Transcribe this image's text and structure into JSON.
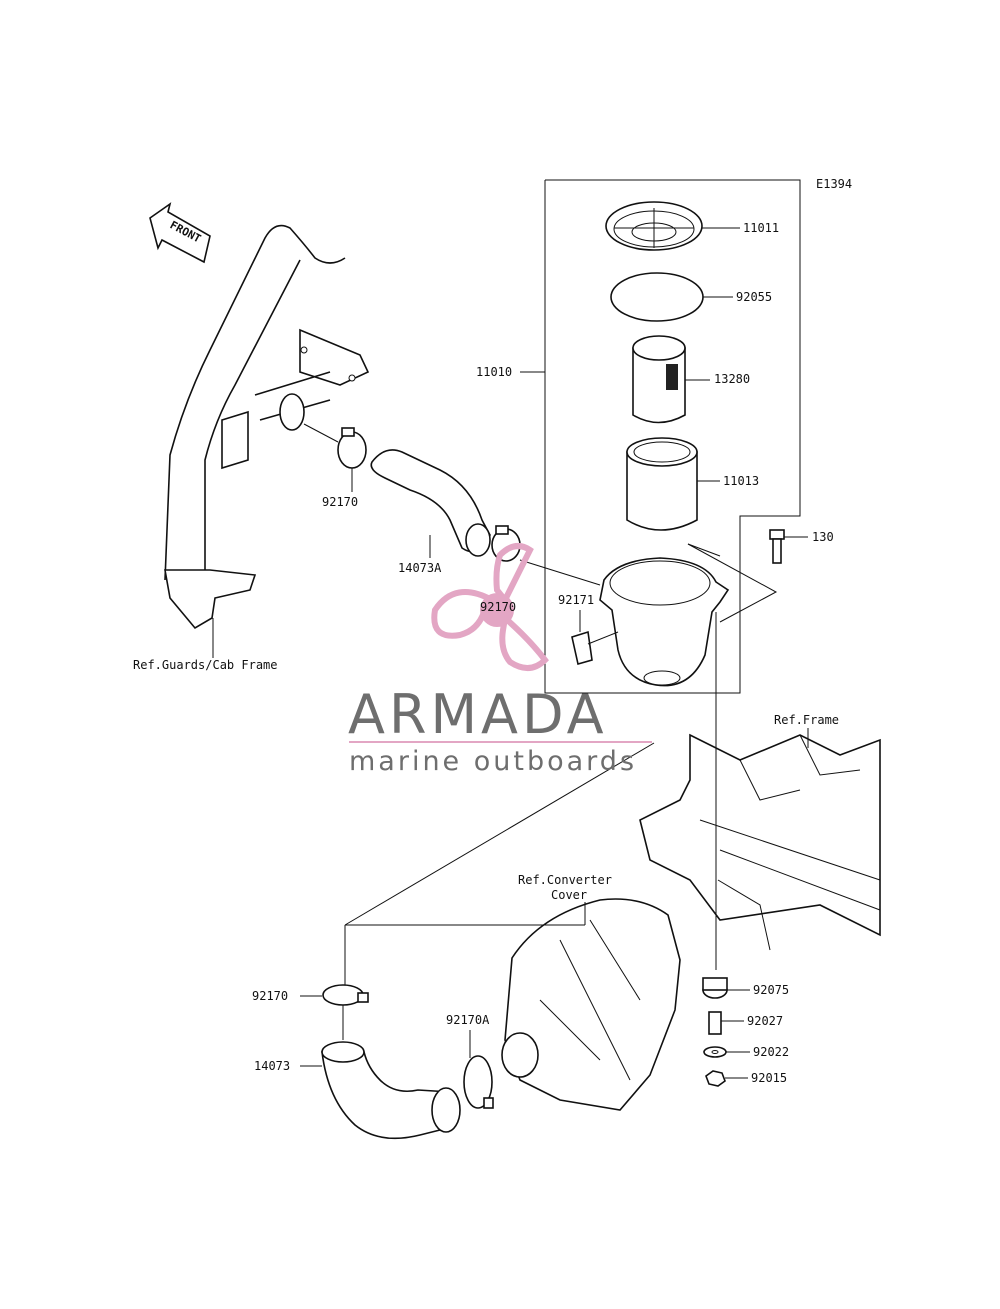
{
  "diagram_code": "E1394",
  "front_label": "FRONT",
  "parts": {
    "p11011": "11011",
    "p92055": "92055",
    "p11010": "11010",
    "p13280": "13280",
    "p11013": "11013",
    "p130": "130",
    "p92170_top": "92170",
    "p14073A": "14073A",
    "p92170_mid": "92170",
    "p92171": "92171",
    "p92170_low": "92170",
    "p14073": "14073",
    "p92170A": "92170A",
    "p92075": "92075",
    "p92027": "92027",
    "p92022": "92022",
    "p92015": "92015"
  },
  "refs": {
    "guards": "Ref.Guards/Cab Frame",
    "frame": "Ref.Frame",
    "converter_line1": "Ref.Converter",
    "converter_line2": "Cover"
  },
  "watermark": {
    "title": "ARMADA",
    "subtitle": "marine outboards",
    "brand_color": "#e3a6c4",
    "text_color": "#6e6e6e"
  }
}
